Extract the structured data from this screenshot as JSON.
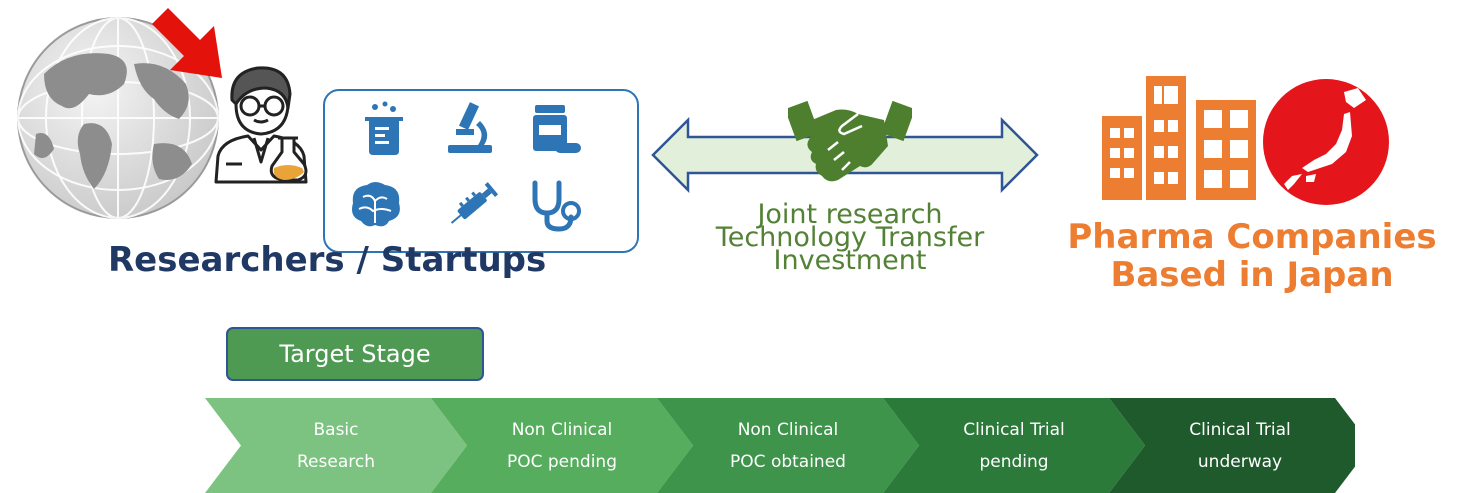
{
  "left": {
    "title": "Researchers / Startups",
    "icons": [
      "globe-icon",
      "red-arrow-icon",
      "researcher-icon",
      "beaker-icon",
      "microscope-icon",
      "medicine-bottle-icon",
      "brain-icon",
      "syringe-icon",
      "stethoscope-icon"
    ]
  },
  "center": {
    "line1": "Joint research",
    "line2": "Technology Transfer",
    "line3": "Investment",
    "icons": [
      "double-arrow-icon",
      "handshake-icon"
    ]
  },
  "right": {
    "title_line1": "Pharma Companies",
    "title_line2": "Based in Japan",
    "icons": [
      "buildings-icon",
      "japan-map-icon"
    ]
  },
  "target_stage": {
    "label": "Target Stage"
  },
  "stages": [
    {
      "line1": "Basic",
      "line2": "Research",
      "color": "#7cc281"
    },
    {
      "line1": "Non Clinical",
      "line2": "POC pending",
      "color": "#56ad5d"
    },
    {
      "line1": "Non Clinical",
      "line2": "POC obtained",
      "color": "#3d944a"
    },
    {
      "line1": "Clinical Trial",
      "line2": "pending",
      "color": "#2c7a3a"
    },
    {
      "line1": "Clinical Trial",
      "line2": "underway",
      "color": "#1f5a2c"
    }
  ],
  "colors": {
    "blue_title": "#1f3864",
    "orange": "#ed7d31",
    "icon_blue": "#2e75b6",
    "text_green": "#538135",
    "handshake": "#4e7f2e",
    "japan_red": "#e4161b"
  }
}
